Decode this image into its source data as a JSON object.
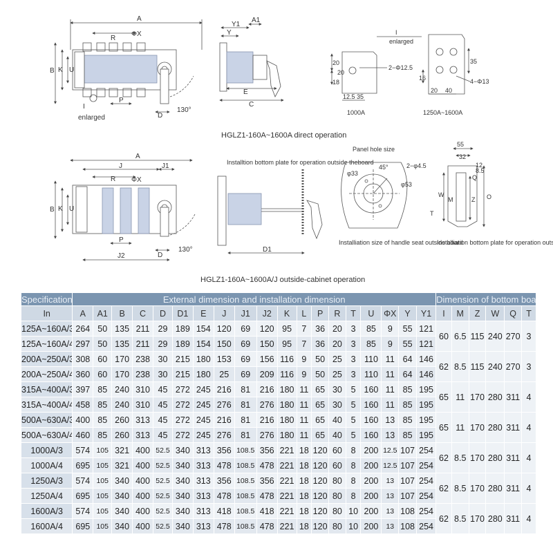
{
  "drawings": {
    "direct_caption": "HGLZ1-160A~1600A direct operation",
    "outside_caption": "HGLZ1-160A~1600A/J outside-cabinet operation",
    "enlarged_caption_1": "enlarged",
    "enlarged_caption_2": "enlarged",
    "enlarged_label_1": "I",
    "enlarged_label_2": "I",
    "detail_1000_label": "1000A",
    "detail_1250_label": "1250A~1600A",
    "detail_1000_hole": "2−Φ12.5",
    "detail_1250_hole": "4−Φ13",
    "panel_hole_title": "Panel hole size",
    "install_plate_note": "Installtion bottom plate for operation outside theboard",
    "handle_seat_note": "Installiation size of handle seat outside board",
    "bottom_plate_note": "Installiation bottom plate for operation outside the board",
    "angle_label_1": "130°",
    "angle_label_2": "130°",
    "panel_angle": "45°",
    "panel_hole": "2−φ4.5",
    "panel_d1": "φ33",
    "panel_d2": "φ53",
    "dims_direct_front": [
      "A",
      "R",
      "ΦX",
      "B",
      "K",
      "U",
      "P",
      "D"
    ],
    "dims_direct_side": [
      "Y1",
      "A1",
      "Y",
      "E",
      "C"
    ],
    "dims_outside_front": [
      "A",
      "J",
      "J1",
      "R",
      "ΦX",
      "B",
      "K",
      "U",
      "P",
      "J2",
      "D"
    ],
    "dims_outside_side": [
      "D1"
    ],
    "dims_1000": [
      "20",
      "20",
      "18",
      "12.5",
      "35"
    ],
    "dims_1250": [
      "35",
      "16",
      "20",
      "40"
    ],
    "dims_bottom_plate": [
      "55",
      "32",
      "8.5",
      "12",
      "Q",
      "O",
      "Z",
      "W",
      "M",
      "T"
    ]
  },
  "table": {
    "header_spec": "Specification",
    "header_ext": "External dimension and installation dimension",
    "header_bottom": "Dimension of bottom board",
    "columns": [
      "In",
      "A",
      "A1",
      "B",
      "C",
      "D",
      "D1",
      "E",
      "J",
      "J1",
      "J2",
      "K",
      "L",
      "P",
      "R",
      "T",
      "U",
      "ΦX",
      "Y",
      "Y1",
      "I",
      "M",
      "Z",
      "W",
      "Q",
      "T"
    ],
    "rows": [
      [
        "125A~160A/3",
        "264",
        "50",
        "135",
        "211",
        "29",
        "189",
        "154",
        "120",
        "69",
        "120",
        "95",
        "7",
        "36",
        "20",
        "3",
        "85",
        "9",
        "55",
        "121"
      ],
      [
        "125A~160A/4",
        "297",
        "50",
        "135",
        "211",
        "29",
        "189",
        "154",
        "150",
        "69",
        "150",
        "95",
        "7",
        "36",
        "20",
        "3",
        "85",
        "9",
        "55",
        "121"
      ],
      [
        "200A~250A/3",
        "308",
        "60",
        "170",
        "238",
        "30",
        "215",
        "180",
        "153",
        "69",
        "156",
        "116",
        "9",
        "50",
        "25",
        "3",
        "110",
        "11",
        "64",
        "146"
      ],
      [
        "200A~250A/4",
        "360",
        "60",
        "170",
        "238",
        "30",
        "215",
        "180",
        "25",
        "69",
        "209",
        "116",
        "9",
        "50",
        "25",
        "3",
        "110",
        "11",
        "64",
        "146"
      ],
      [
        "315A~400A/3",
        "397",
        "85",
        "240",
        "310",
        "45",
        "272",
        "245",
        "216",
        "81",
        "216",
        "180",
        "11",
        "65",
        "30",
        "5",
        "160",
        "11",
        "85",
        "195"
      ],
      [
        "315A~400A/4",
        "458",
        "85",
        "240",
        "310",
        "45",
        "272",
        "245",
        "276",
        "81",
        "276",
        "180",
        "11",
        "65",
        "30",
        "5",
        "160",
        "11",
        "85",
        "195"
      ],
      [
        "500A~630A/3",
        "400",
        "85",
        "260",
        "313",
        "45",
        "272",
        "245",
        "216",
        "81",
        "216",
        "180",
        "11",
        "65",
        "40",
        "5",
        "160",
        "13",
        "85",
        "195"
      ],
      [
        "500A~630A/4",
        "460",
        "85",
        "260",
        "313",
        "45",
        "272",
        "245",
        "276",
        "81",
        "276",
        "180",
        "11",
        "65",
        "40",
        "5",
        "160",
        "13",
        "85",
        "195"
      ],
      [
        "1000A/3",
        "574",
        "105",
        "321",
        "400",
        "52.5",
        "340",
        "313",
        "356",
        "108.5",
        "356",
        "221",
        "18",
        "120",
        "60",
        "8",
        "200",
        "12.5",
        "107",
        "254"
      ],
      [
        "1000A/4",
        "695",
        "105",
        "321",
        "400",
        "52.5",
        "340",
        "313",
        "478",
        "108.5",
        "478",
        "221",
        "18",
        "120",
        "60",
        "8",
        "200",
        "12.5",
        "107",
        "254"
      ],
      [
        "1250A/3",
        "574",
        "105",
        "340",
        "400",
        "52.5",
        "340",
        "313",
        "356",
        "108.5",
        "356",
        "221",
        "18",
        "120",
        "80",
        "8",
        "200",
        "13",
        "107",
        "254"
      ],
      [
        "1250A/4",
        "695",
        "105",
        "340",
        "400",
        "52.5",
        "340",
        "313",
        "478",
        "108.5",
        "478",
        "221",
        "18",
        "120",
        "80",
        "8",
        "200",
        "13",
        "107",
        "254"
      ],
      [
        "1600A/3",
        "574",
        "105",
        "340",
        "400",
        "52.5",
        "340",
        "313",
        "418",
        "108.5",
        "418",
        "221",
        "18",
        "120",
        "80",
        "10",
        "200",
        "13",
        "108",
        "254"
      ],
      [
        "1600A/4",
        "695",
        "105",
        "340",
        "400",
        "52.5",
        "340",
        "313",
        "478",
        "108.5",
        "478",
        "221",
        "18",
        "120",
        "80",
        "10",
        "200",
        "13",
        "108",
        "254"
      ]
    ],
    "bottom_groups": [
      [
        "60",
        "6.5",
        "115",
        "240",
        "270",
        "3"
      ],
      [
        "62",
        "8.5",
        "115",
        "240",
        "270",
        "3"
      ],
      [
        "65",
        "11",
        "170",
        "280",
        "311",
        "4"
      ],
      [
        "65",
        "11",
        "170",
        "280",
        "311",
        "4"
      ],
      [
        "62",
        "8.5",
        "170",
        "280",
        "311",
        "4"
      ],
      [
        "62",
        "8.5",
        "170",
        "280",
        "311",
        "4"
      ],
      [
        "62",
        "8.5",
        "170",
        "280",
        "311",
        "4"
      ]
    ]
  }
}
